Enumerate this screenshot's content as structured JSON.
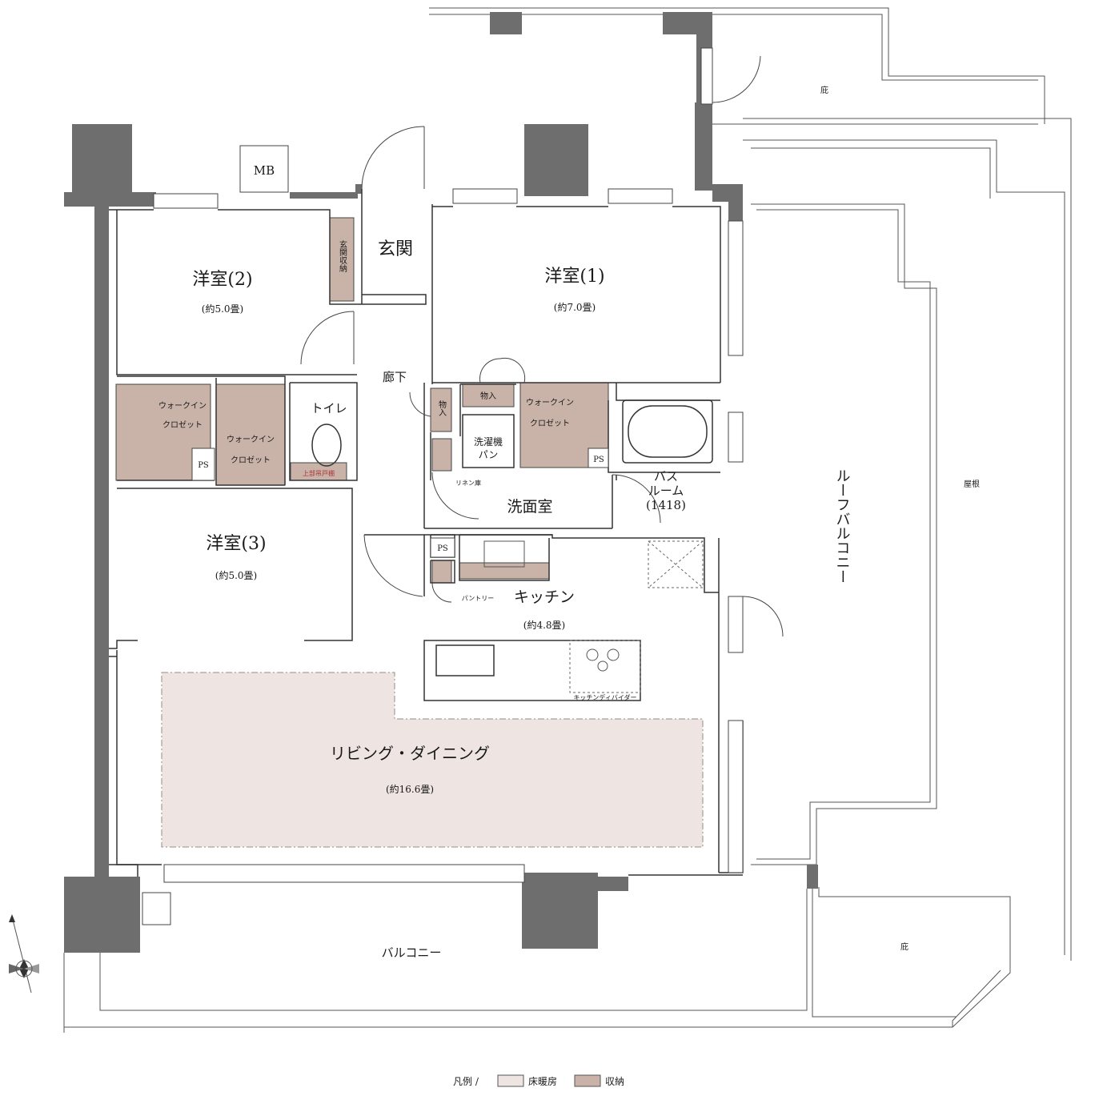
{
  "rooms": {
    "western_room_2": {
      "name": "洋室(2)",
      "size": "(約5.0畳)"
    },
    "western_room_1": {
      "name": "洋室(1)",
      "size": "(約7.0畳)"
    },
    "western_room_3": {
      "name": "洋室(3)",
      "size": "(約5.0畳)"
    },
    "entrance": "玄関",
    "entrance_storage": "玄関収納",
    "hallway": "廊下",
    "toilet": "トイレ",
    "toilet_cabinet": "上部吊戸棚",
    "walk_in_closet_a": {
      "line1": "ウォークイン",
      "line2": "クロゼット"
    },
    "walk_in_closet_b": {
      "line1": "ウォークイン",
      "line2": "クロゼット"
    },
    "walk_in_closet_c": {
      "line1": "ウォークイン",
      "line2": "クロゼット"
    },
    "storage_a": "物入",
    "storage_b": "物入",
    "washer_pan": {
      "line1": "洗濯機",
      "line2": "パン"
    },
    "linen": "リネン庫",
    "washroom": "洗面室",
    "bathroom": {
      "line1": "バス",
      "line2": "ルーム",
      "line3": "(1418)"
    },
    "kitchen": {
      "name": "キッチン",
      "size": "(約4.8畳)"
    },
    "pantry": "パントリー",
    "kitchen_divider": "キッチンディバイダー",
    "living_dining": {
      "name": "リビング・ダイニング",
      "size": "(約16.6畳)"
    },
    "balcony": "バルコニー",
    "roof_balcony": "ルーフバルコニー",
    "roof": "屋根",
    "eaves_top": "庇",
    "eaves_bottom": "庇",
    "mb": "MB",
    "ps_1": "PS",
    "ps_2": "PS",
    "ps_3": "PS"
  },
  "legend": {
    "prefix": "凡例 /",
    "floor_heating": "床暖房",
    "storage": "収納"
  },
  "colors": {
    "storage": "#c9b3a8",
    "floor_heating": "#eee5e2",
    "wall": "#6e6e6e"
  },
  "icons": [
    "compass-icon"
  ]
}
